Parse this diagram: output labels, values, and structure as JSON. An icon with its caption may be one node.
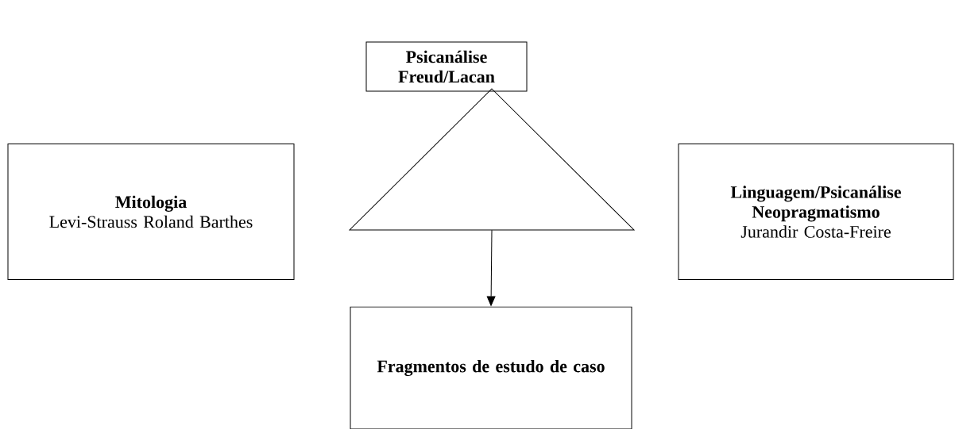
{
  "diagram": {
    "nodes": [
      {
        "text": [
          "Psicanálise Freud/Lacan"
        ]
      },
      {
        "text": [
          "Mitologia",
          "Levi-Strauss Roland Barthes"
        ]
      },
      {
        "text": [],
        "shape": "triangle"
      },
      {
        "text": [
          "Linguagem/Psicanálise Neopragmatismo",
          "Jurandir Costa-Freire"
        ]
      },
      {
        "text": [
          "Fragmentos de estudo de caso"
        ]
      }
    ],
    "edges": [
      {
        "from": 2,
        "to": 4,
        "arrow": "to"
      }
    ]
  }
}
